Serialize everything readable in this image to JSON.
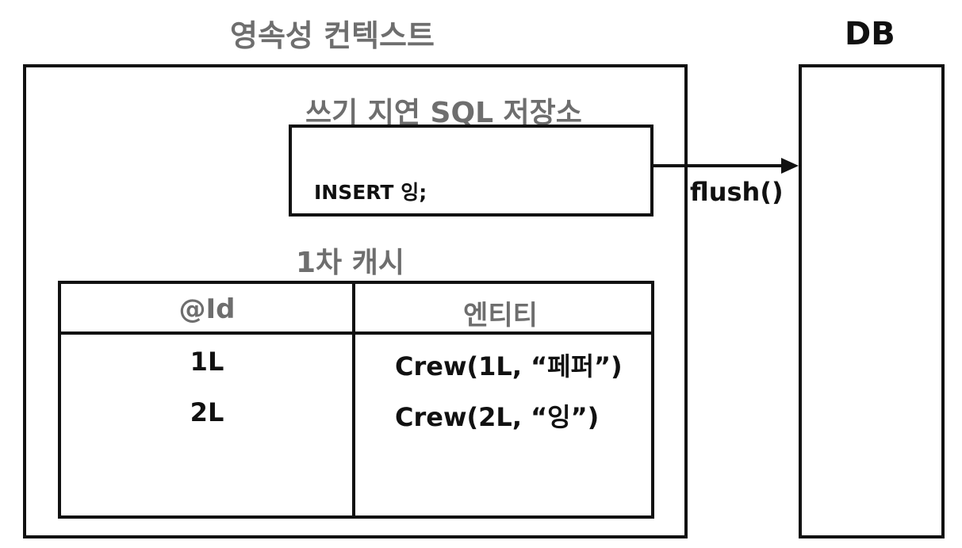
{
  "persistence_context": {
    "label": "영속성 컨텍스트",
    "write_behind": {
      "label": "쓰기 지연 SQL 저장소",
      "statement": "INSERT 잉;"
    },
    "first_level_cache": {
      "label": "1차 캐시",
      "columns": [
        "@Id",
        "엔티티"
      ],
      "rows": [
        {
          "id": "1L",
          "entity": "Crew(1L, “페퍼”)"
        },
        {
          "id": "2L",
          "entity": "Crew(2L, “잉”)"
        }
      ]
    }
  },
  "db": {
    "label": "DB"
  },
  "edge": {
    "label": "flush()"
  },
  "colors": {
    "stroke": "#111111",
    "title_gray": "#6e6e6e"
  }
}
